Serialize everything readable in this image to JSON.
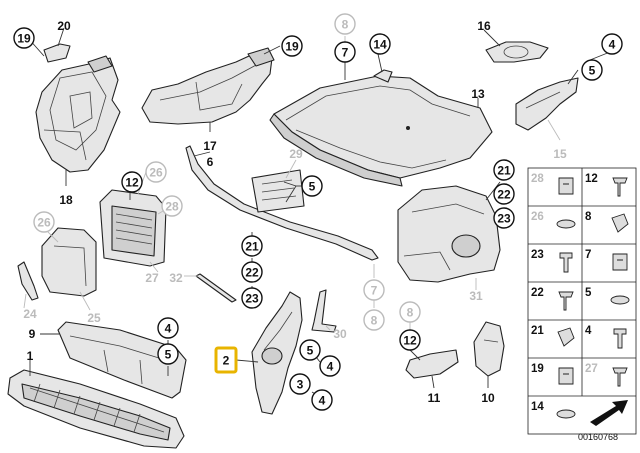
{
  "diagram": {
    "doc_number": "00160768",
    "highlighted_part": "2",
    "callouts": [
      {
        "id": "c19a",
        "label": "19",
        "style": "circle"
      },
      {
        "id": "c20",
        "label": "20",
        "style": "plain"
      },
      {
        "id": "c18",
        "label": "18",
        "style": "plain"
      },
      {
        "id": "c19b",
        "label": "19",
        "style": "circle"
      },
      {
        "id": "c17",
        "label": "17",
        "style": "plain"
      },
      {
        "id": "c6",
        "label": "6",
        "style": "plain"
      },
      {
        "id": "c12a",
        "label": "12",
        "style": "circle"
      },
      {
        "id": "c26a",
        "label": "26",
        "style": "circle-grey"
      },
      {
        "id": "c28a",
        "label": "28",
        "style": "circle-grey"
      },
      {
        "id": "c26b",
        "label": "26",
        "style": "circle-grey"
      },
      {
        "id": "c27",
        "label": "27",
        "style": "plain-grey"
      },
      {
        "id": "c24",
        "label": "24",
        "style": "plain-grey"
      },
      {
        "id": "c25",
        "label": "25",
        "style": "plain-grey"
      },
      {
        "id": "c32",
        "label": "32",
        "style": "plain-grey"
      },
      {
        "id": "c8a",
        "label": "8",
        "style": "circle-grey"
      },
      {
        "id": "c7a",
        "label": "7",
        "style": "circle"
      },
      {
        "id": "c14",
        "label": "14",
        "style": "circle"
      },
      {
        "id": "c16",
        "label": "16",
        "style": "plain"
      },
      {
        "id": "c4a",
        "label": "4",
        "style": "circle"
      },
      {
        "id": "c5a",
        "label": "5",
        "style": "circle"
      },
      {
        "id": "c13",
        "label": "13",
        "style": "plain"
      },
      {
        "id": "c15",
        "label": "15",
        "style": "plain-grey"
      },
      {
        "id": "c29",
        "label": "29",
        "style": "plain-grey"
      },
      {
        "id": "c5b",
        "label": "5",
        "style": "circle"
      },
      {
        "id": "c21a",
        "label": "21",
        "style": "circle"
      },
      {
        "id": "c22a",
        "label": "22",
        "style": "circle"
      },
      {
        "id": "c23a",
        "label": "23",
        "style": "circle"
      },
      {
        "id": "c21b",
        "label": "21",
        "style": "circle"
      },
      {
        "id": "c22b",
        "label": "22",
        "style": "circle"
      },
      {
        "id": "c23b",
        "label": "23",
        "style": "circle"
      },
      {
        "id": "c31",
        "label": "31",
        "style": "plain-grey"
      },
      {
        "id": "c7b",
        "label": "7",
        "style": "circle-grey"
      },
      {
        "id": "c8b",
        "label": "8",
        "style": "circle-grey"
      },
      {
        "id": "c30",
        "label": "30",
        "style": "plain-grey"
      },
      {
        "id": "c4b",
        "label": "4",
        "style": "circle"
      },
      {
        "id": "c5c",
        "label": "5",
        "style": "circle"
      },
      {
        "id": "c5d",
        "label": "5",
        "style": "circle"
      },
      {
        "id": "c4c",
        "label": "4",
        "style": "circle"
      },
      {
        "id": "c3",
        "label": "3",
        "style": "circle"
      },
      {
        "id": "c4d",
        "label": "4",
        "style": "circle"
      },
      {
        "id": "c2",
        "label": "2",
        "style": "highlight"
      },
      {
        "id": "c8c",
        "label": "8",
        "style": "circle-grey"
      },
      {
        "id": "c12b",
        "label": "12",
        "style": "circle"
      },
      {
        "id": "c11",
        "label": "11",
        "style": "plain"
      },
      {
        "id": "c10",
        "label": "10",
        "style": "plain"
      },
      {
        "id": "c9",
        "label": "9",
        "style": "plain"
      },
      {
        "id": "c1",
        "label": "1",
        "style": "plain"
      }
    ],
    "hardware_grid": [
      [
        "28",
        "12"
      ],
      [
        "26",
        "8"
      ],
      [
        "23",
        "7"
      ],
      [
        "22",
        "5"
      ],
      [
        "21",
        "4"
      ],
      [
        "19",
        "27"
      ],
      [
        "14",
        ""
      ]
    ],
    "hardware_grey": [
      "28",
      "26",
      "27"
    ]
  }
}
